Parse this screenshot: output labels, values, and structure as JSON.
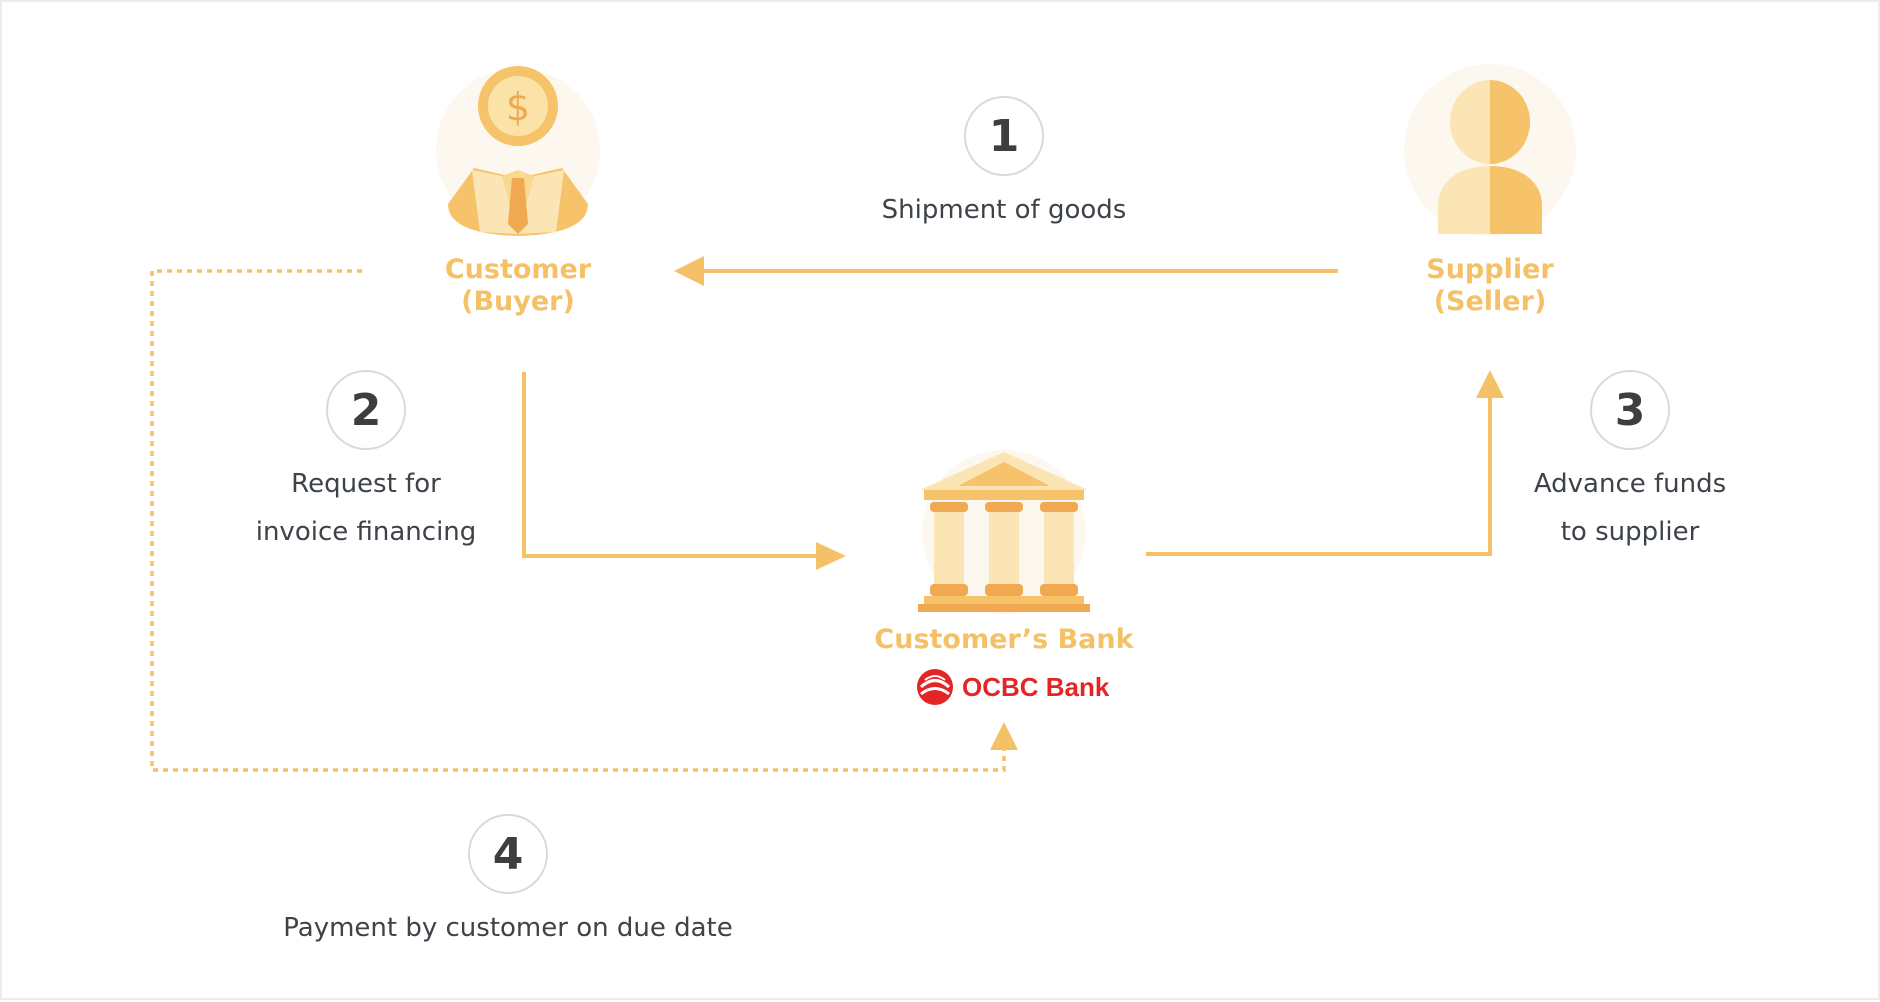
{
  "steps": [
    {
      "number": "1",
      "caption": [
        "Shipment of goods"
      ]
    },
    {
      "number": "2",
      "caption": [
        "Request for",
        "invoice financing"
      ]
    },
    {
      "number": "3",
      "caption": [
        "Advance funds",
        "to supplier"
      ]
    },
    {
      "number": "4",
      "caption": [
        "Payment by customer on due date"
      ]
    }
  ],
  "parties": {
    "customer": {
      "name": "Customer",
      "role": "(Buyer)",
      "icon": "businessman-dollar-icon"
    },
    "supplier": {
      "name": "Supplier",
      "role": "(Seller)",
      "icon": "person-icon"
    },
    "bank": {
      "name": "Customer’s Bank",
      "icon": "bank-building-icon",
      "logo_text": "OCBC Bank"
    }
  },
  "colors": {
    "accent": "#f5c167",
    "accent_dark": "#f0a950",
    "accent_light": "#fde7b4",
    "icon_bg": "#fdf8ef",
    "logo_red": "#e32526",
    "text": "#3d4349"
  }
}
